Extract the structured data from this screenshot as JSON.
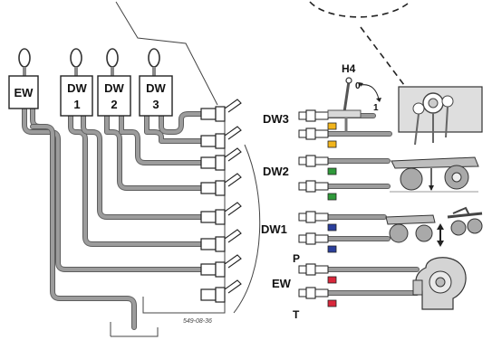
{
  "colors": {
    "hose": "#9c9c9c",
    "hose_edge": "#5e5e5e",
    "dw3_marker": "#f2b51c",
    "dw2_marker": "#2f9a3a",
    "dw1_marker": "#2b3f9c",
    "ew_marker": "#d9273b",
    "picture_fill": "#d4d4d4"
  },
  "valves": [
    {
      "id": "ew",
      "line1": "EW",
      "line2": ""
    },
    {
      "id": "dw1",
      "line1": "DW",
      "line2": "1"
    },
    {
      "id": "dw2",
      "line1": "DW",
      "line2": "2"
    },
    {
      "id": "dw3",
      "line1": "DW",
      "line2": "3"
    }
  ],
  "groups": [
    {
      "id": "dw3",
      "label": "DW3"
    },
    {
      "id": "dw2",
      "label": "DW2"
    },
    {
      "id": "dw1",
      "label": "DW1"
    },
    {
      "id": "ew",
      "label": "EW"
    }
  ],
  "lever": {
    "label": "H4",
    "pos0": "0",
    "pos1": "1"
  },
  "ports": {
    "p": "P",
    "t": "T"
  },
  "reference": "549-08-36",
  "icons": [
    "dw3-marker-drum-icon",
    "dw2-trailer-wheels-icon",
    "dw1-harrow-wheels-icon",
    "ew-blower-fan-icon"
  ]
}
